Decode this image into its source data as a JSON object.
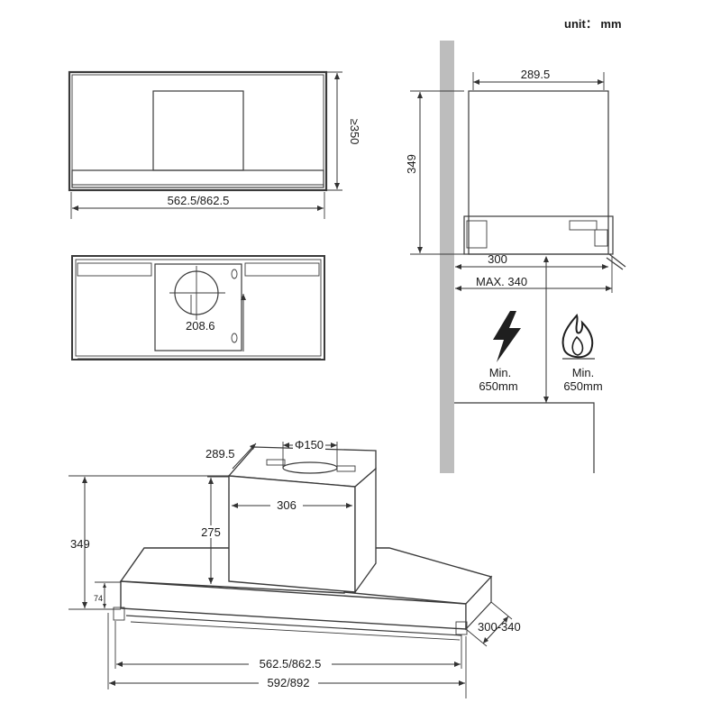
{
  "header": {
    "unit": "unit： mm"
  },
  "front_view": {
    "width": "562.5/862.5",
    "height": "≥350"
  },
  "bottom_view": {
    "offset": "208.6"
  },
  "side_view": {
    "top_depth": "289.5",
    "height": "349",
    "depth": "300",
    "max_depth": "MAX. 340",
    "electric_clearance": {
      "line1": "Min.",
      "line2": "650mm",
      "icon": "electric-bolt-icon"
    },
    "gas_clearance": {
      "line1": "Min.",
      "line2": "650mm",
      "icon": "gas-flame-icon"
    }
  },
  "iso_view": {
    "chimney_depth": "289.5",
    "duct_diameter": "Φ150",
    "chimney_width": "306",
    "chimney_height": "275",
    "total_height": "349",
    "canopy_height": "74",
    "extension": "300-340",
    "inner_width": "562.5/862.5",
    "outer_width": "592/892"
  },
  "colors": {
    "line": "#3a3a3a",
    "wall": "#bdbdbd",
    "text": "#1a1a1a"
  }
}
